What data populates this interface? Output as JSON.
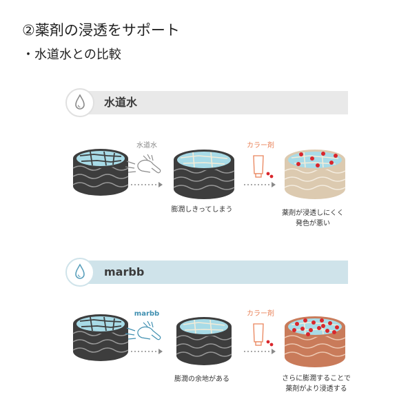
{
  "title": "②薬剤の浸透をサポート",
  "subtitle": "・水道水との比較",
  "rows": [
    {
      "banner_label": "水道水",
      "water_label": "水道水",
      "color_label": "カラー剤",
      "caption_swollen": "膨潤しきってしまう",
      "caption_result": [
        "薬剤が浸透しにくく",
        "発色が悪い"
      ]
    },
    {
      "banner_label": "marbb",
      "water_label": "marbb",
      "color_label": "カラー剤",
      "caption_swollen": "膨潤の余地がある",
      "caption_result": [
        "さらに膨潤することで",
        "薬剤がより浸透する"
      ]
    }
  ],
  "colors": {
    "banner_gray": "#e9e9e9",
    "banner_blue": "#cfe3ea",
    "drop_gray": "#8a8a8a",
    "drop_blue": "#5ba0bc",
    "label_gray": "#888888",
    "label_teal": "#3f8fb0",
    "label_orange": "#e9835a",
    "hair_dark": "#3d3d3d",
    "hair_beige": "#dccab0",
    "hair_brown": "#c97b5a",
    "cuticle_top": "#a8dbe7",
    "dye_red": "#d9262c"
  },
  "icons": [
    "water-drop-icon",
    "hand-washing-icon",
    "dotted-arrow-icon",
    "color-tube-icon",
    "hair-cross-section-icon"
  ]
}
